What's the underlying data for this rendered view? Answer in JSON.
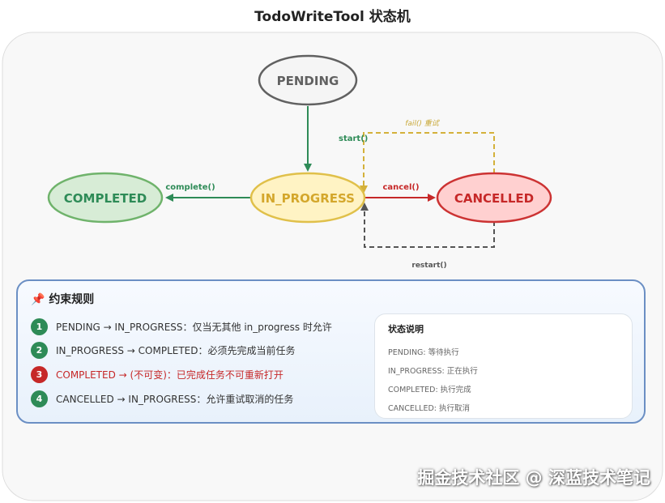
{
  "title": "TodoWriteTool 状态机",
  "states": {
    "pending": "PENDING",
    "in_progress": "IN_PROGRESS",
    "completed": "COMPLETED",
    "cancelled": "CANCELLED"
  },
  "transitions": {
    "start": "start()",
    "complete": "complete()",
    "cancel": "cancel()",
    "fail_retry": "fail() 重试",
    "restart": "restart()"
  },
  "colors": {
    "pending_fill": "#f5f5f5",
    "pending_stroke": "#616161",
    "in_progress_fill": "#fff3c4",
    "in_progress_stroke": "#e0c04a",
    "completed_fill": "#d7ecd6",
    "completed_stroke": "#6fb36b",
    "cancelled_fill": "#ffd0d0",
    "cancelled_stroke": "#cc3333",
    "green_arrow": "#2e8b57",
    "red_arrow": "#c62828",
    "yellow_dashed": "#d4b13a",
    "gray_dashed": "#555555"
  },
  "rules": {
    "icon": "pushpin-icon",
    "title": "约束规则",
    "items": [
      {
        "num": "1",
        "text": "PENDING → IN_PROGRESS：仅当无其他 in_progress 时允许",
        "color": "#2e8b57"
      },
      {
        "num": "2",
        "text": "IN_PROGRESS → COMPLETED：必须先完成当前任务",
        "color": "#2e8b57"
      },
      {
        "num": "3",
        "text": "COMPLETED → (不可变)：已完成任务不可重新打开",
        "color": "#c62828"
      },
      {
        "num": "4",
        "text": "CANCELLED → IN_PROGRESS：允许重试取消的任务",
        "color": "#2e8b57"
      }
    ]
  },
  "status_desc": {
    "title": "状态说明",
    "lines": [
      "PENDING: 等待执行",
      "IN_PROGRESS: 正在执行",
      "COMPLETED: 执行完成",
      "CANCELLED: 执行取消"
    ]
  },
  "watermark": "掘金技术社区 @ 深蓝技术笔记"
}
